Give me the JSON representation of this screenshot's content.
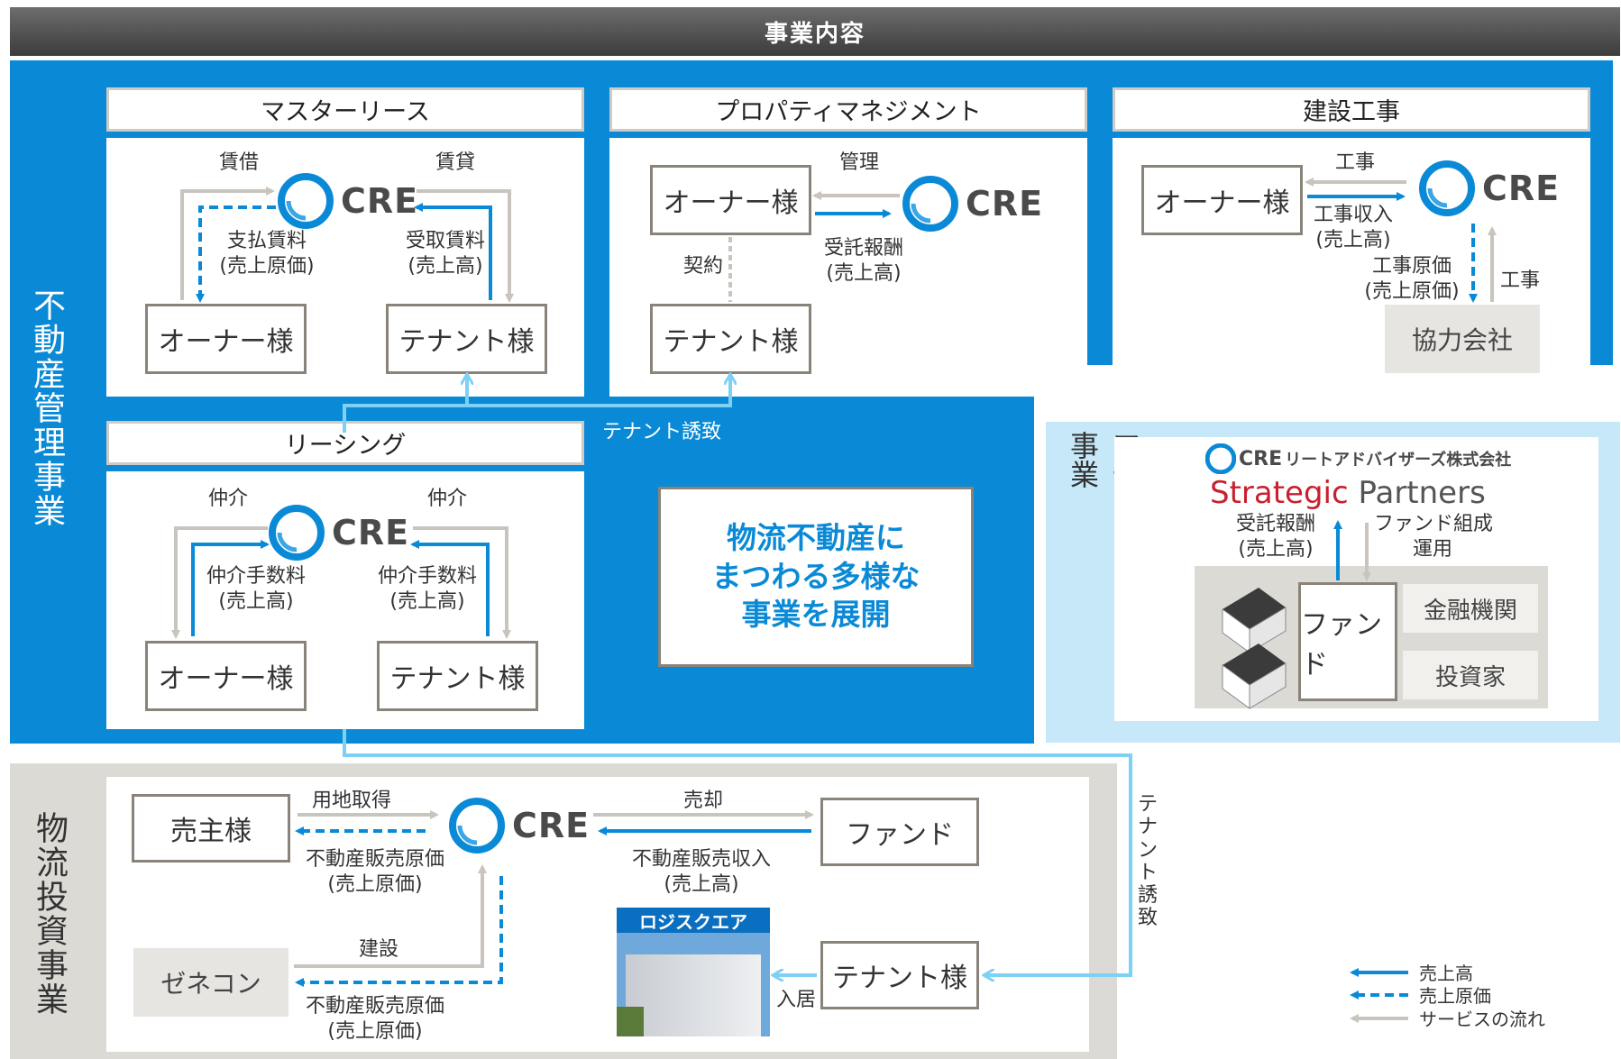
{
  "header": {
    "title": "事業内容"
  },
  "sections": {
    "re_mgmt": "不動産管理事業",
    "asset_mgmt": "アセットマネジメント事業",
    "logistics": "物流投資事業"
  },
  "master_lease": {
    "title": "マスターリース",
    "owner": "オーナー様",
    "tenant": "テナント様",
    "lease_in": "賃借",
    "lease_out": "賃貸",
    "pay_rent": "支払賃料\n(売上原価)",
    "receive_rent": "受取賃料\n(売上高)"
  },
  "property_mgmt": {
    "title": "プロパティマネジメント",
    "owner": "オーナー様",
    "tenant": "テナント様",
    "manage": "管理",
    "contract": "契約",
    "fee": "受託報酬\n(売上高)"
  },
  "construction": {
    "title": "建設工事",
    "owner": "オーナー様",
    "partner": "協力会社",
    "work_top": "工事",
    "revenue": "工事収入\n(売上高)",
    "cost": "工事原価\n(売上原価)",
    "work_right": "工事"
  },
  "leasing": {
    "title": "リーシング",
    "owner": "オーナー様",
    "tenant": "テナント様",
    "broker_l": "仲介",
    "broker_r": "仲介",
    "fee_l": "仲介手数料\n(売上高)",
    "fee_r": "仲介手数料\n(売上高)",
    "tenant_invite": "テナント誘致"
  },
  "center_message": "物流不動産に\nまつわる多様な\n事業を展開",
  "asset": {
    "company": "リートアドバイザーズ株式会社",
    "strategic": "Strategic",
    "partners": " Partners",
    "fee": "受託報酬\n(売上高)",
    "fund_ops": "ファンド組成\n運用",
    "fund": "ファンド",
    "bank": "金融機関",
    "investor": "投資家"
  },
  "logistics": {
    "seller": "売主様",
    "land": "用地取得",
    "cost1": "不動産販売原価\n(売上原価)",
    "sale": "売却",
    "revenue": "不動産販売収入\n(売上高)",
    "fund": "ファンド",
    "genecon": "ゼネコン",
    "build": "建設",
    "cost2": "不動産販売原価\n(売上原価)",
    "logi_square": "ロジスクエア",
    "tenant": "テナント様",
    "move_in": "入居",
    "tenant_invite": "テナント\n誘致"
  },
  "cre": "CRE",
  "legend": {
    "revenue": "売上高",
    "cost": "売上原価",
    "service": "サービスの流れ"
  },
  "colors": {
    "blue": "#0a8ad6",
    "light_blue": "#7fd0f5",
    "gray_arrow": "#c9c4bd",
    "red": "#c8202f"
  }
}
